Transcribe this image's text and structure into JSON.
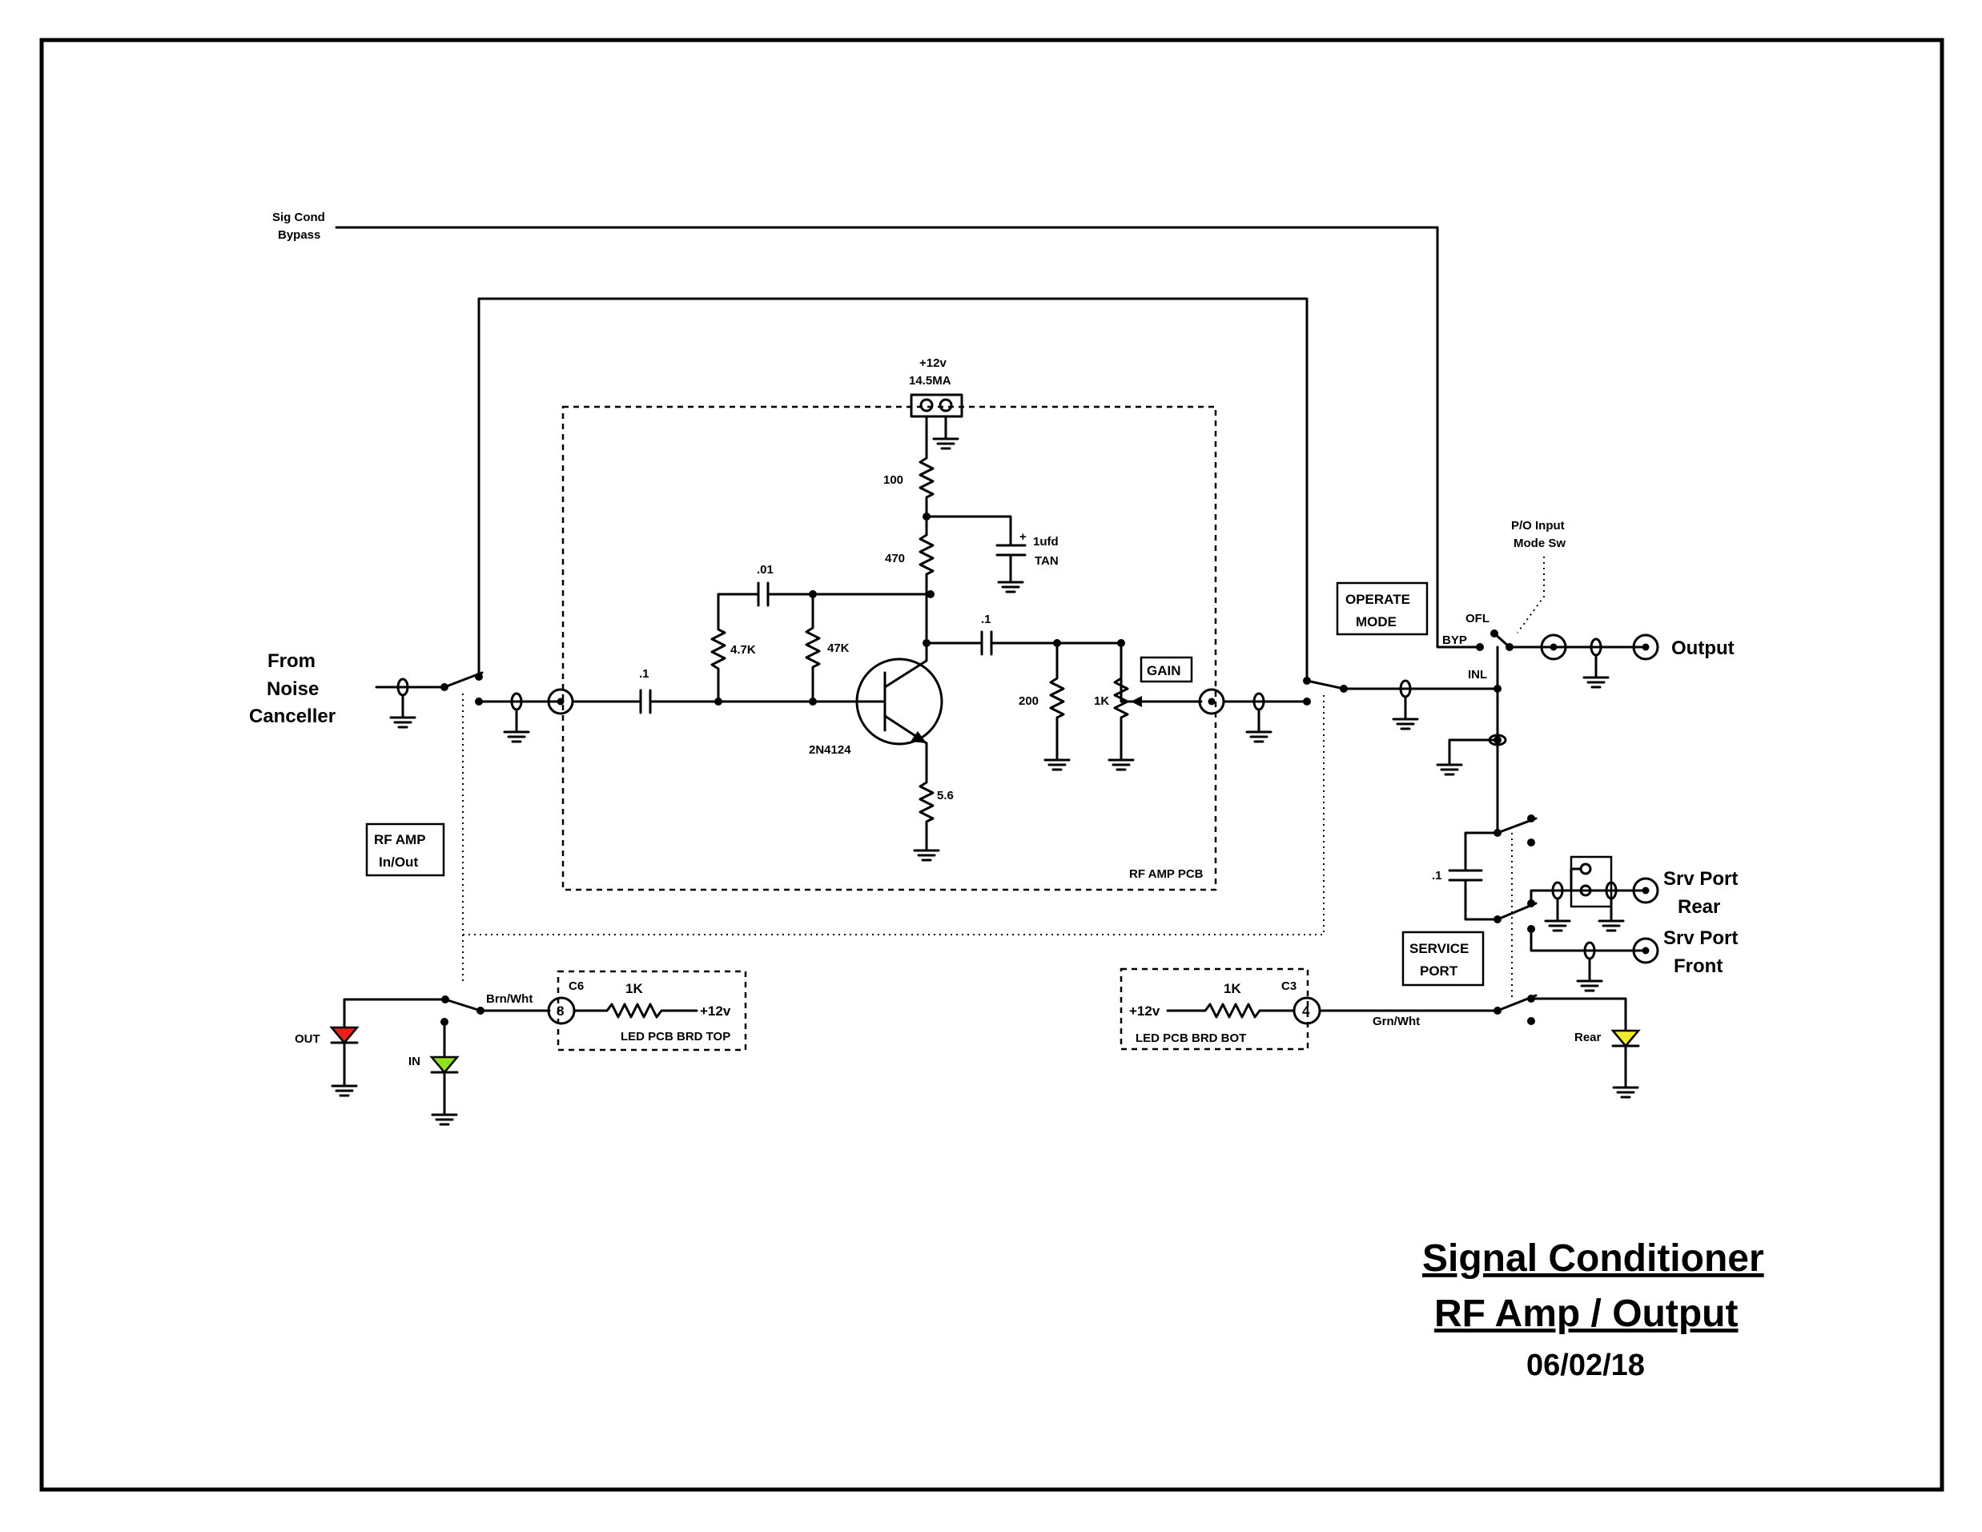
{
  "title": {
    "line1": "Signal Conditioner",
    "line2": "RF Amp / Output",
    "date": "06/02/18"
  },
  "labels": {
    "sig_cond_1": "Sig Cond",
    "sig_cond_2": "Bypass",
    "from_1": "From",
    "from_2": "Noise",
    "from_3": "Canceller",
    "supply_v": "+12v",
    "supply_i": "14.5MA",
    "r100": "100",
    "r470": "470",
    "c1ufd": "1ufd",
    "tan": "TAN",
    "plus": "+",
    "c01": ".01",
    "r47k_small": "4.7K",
    "r47k": "47K",
    "c1_in": ".1",
    "c1_out": ".1",
    "c1_srv": ".1",
    "transistor": "2N4124",
    "r56": "5.6",
    "r200": "200",
    "r1k": "1K",
    "gain": "GAIN",
    "rf_amp_pcb": "RF AMP PCB",
    "rf_amp_1": "RF AMP",
    "rf_amp_2": "In/Out",
    "op_mode_1": "OPERATE",
    "op_mode_2": "MODE",
    "po_input_1": "P/O Input",
    "po_input_2": "Mode Sw",
    "ofl": "OFL",
    "byp": "BYP",
    "inl": "INL",
    "output": "Output",
    "srv_rear_1": "Srv Port",
    "srv_rear_2": "Rear",
    "srv_front_1": "Srv Port",
    "srv_front_2": "Front",
    "service_1": "SERVICE",
    "service_2": "PORT",
    "out": "OUT",
    "in": "IN",
    "brn_wht": "Brn/Wht",
    "c6": "C6",
    "pin8": "8",
    "led_r1k_left": "1K",
    "led_v_left": "+12v",
    "led_top": "LED PCB BRD TOP",
    "led_v_right": "+12v",
    "led_r1k_right": "1K",
    "c3": "C3",
    "pin4": "4",
    "grn_wht": "Grn/Wht",
    "led_bot": "LED PCB BRD BOT",
    "rear": "Rear"
  },
  "colors": {
    "led_out": "#e8201a",
    "led_in": "#8fe21c",
    "led_rear": "#f4ee2a"
  }
}
